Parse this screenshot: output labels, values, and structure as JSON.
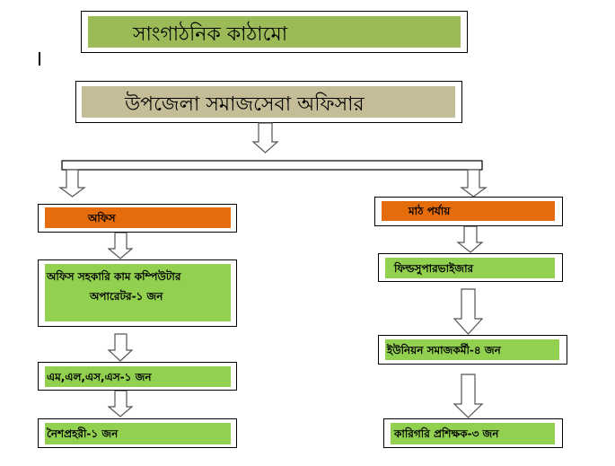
{
  "title": "সাংগাঠনিক কাঠামো",
  "head": "উপজেলা সমাজসেবা অফিসার",
  "branches": {
    "office": {
      "label": "অফিস",
      "items": [
        "অফিস সহকারি কাম কম্পিউটার",
        "অপারেটর-১ জন",
        "এম,এল,এস,এস-১ জন",
        "নৈশপ্রহরী-১ জন"
      ]
    },
    "field": {
      "label": "মাঠ পর্যায়",
      "items": [
        "ফিল্ডসুপারভাইজার",
        "ইউনিয়ন সমাজকর্মী-৪ জন",
        "কারিগরি প্রশিক্ষক-৩ জন"
      ]
    }
  },
  "colors": {
    "title_green": "#9bbb59",
    "head_tan": "#c4bd97",
    "orange": "#e46c0a",
    "green": "#92d050"
  }
}
